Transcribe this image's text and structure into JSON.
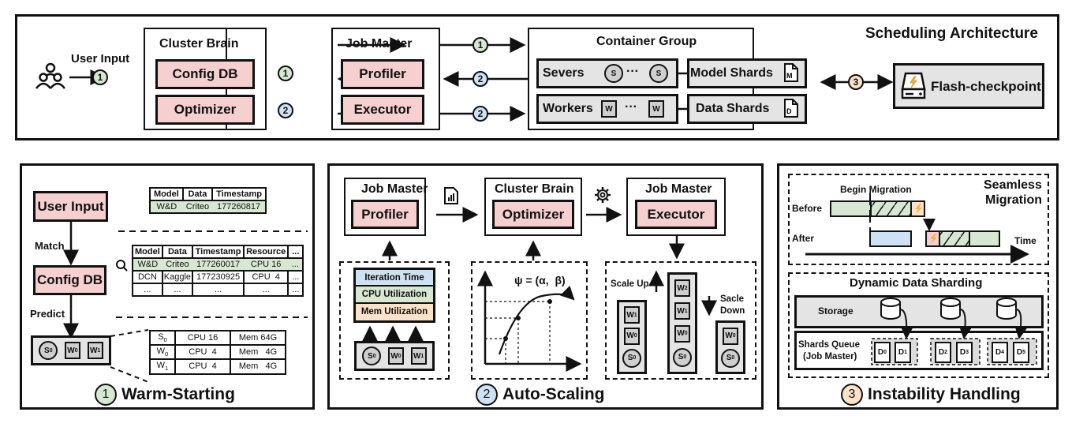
{
  "colors": {
    "pink": "#f6cfcf",
    "gray": "#e4e4e4",
    "green": "#d6e8d2",
    "blue": "#cfe2f3",
    "orange": "#fbe2c8",
    "step1": "#d6e8d2",
    "step2": "#cfe2f3",
    "step3": "#fbe2c8"
  },
  "top": {
    "title": "Scheduling Architecture",
    "user_input_label": "User Input",
    "user_icon": "users-icon",
    "cluster_brain": {
      "title": "Cluster Brain",
      "config_db": "Config DB",
      "optimizer": "Optimizer"
    },
    "job_master": {
      "title": "Job Master",
      "profiler": "Profiler",
      "executor": "Executor"
    },
    "container_group": {
      "title": "Container Group",
      "servers_label": "Severs",
      "server_glyph": "S",
      "workers_label": "Workers",
      "worker_glyph": "W",
      "ellipsis": "···",
      "model_shards": "Model Shards",
      "model_shard_glyph": "M",
      "data_shards": "Data Shards",
      "data_shard_glyph": "D"
    },
    "flash_checkpoint": "Flash-checkpoint",
    "steps": {
      "one": "1",
      "two": "2",
      "three": "3"
    }
  },
  "warm_starting": {
    "title": "Warm-Starting",
    "step": "1",
    "user_input": "User Input",
    "match": "Match",
    "config_db": "Config DB",
    "predict": "Predict",
    "query_table": {
      "headers": [
        "Model",
        "Data",
        "Timestamp"
      ],
      "rows": [
        [
          "W&D",
          "Criteo",
          "177260817"
        ]
      ]
    },
    "db_table": {
      "headers": [
        "Model",
        "Data",
        "Timestamp",
        "Resource",
        "..."
      ],
      "rows": [
        [
          "W&D",
          "Criteo",
          "177260017",
          "CPU 16",
          "..."
        ],
        [
          "DCN",
          "Kaggle",
          "177230925",
          "CPU  4",
          "..."
        ],
        [
          "...",
          "...",
          "...",
          "...",
          "..."
        ]
      ]
    },
    "nodes": [
      "S0",
      "W0",
      "W1"
    ],
    "resource_table": {
      "rows": [
        [
          "S0",
          "CPU 16",
          "Mem 64G"
        ],
        [
          "W0",
          "CPU  4",
          "Mem   4G"
        ],
        [
          "W1",
          "CPU  4",
          "Mem   4G"
        ]
      ]
    }
  },
  "auto_scaling": {
    "title": "Auto-Scaling",
    "step": "2",
    "job_master_1": {
      "title": "Job Master",
      "component": "Profiler"
    },
    "cluster_brain": {
      "title": "Cluster Brain",
      "component": "Optimizer"
    },
    "job_master_2": {
      "title": "Job Master",
      "component": "Executor"
    },
    "metrics": [
      "Iteration Time",
      "CPU Utilization",
      "Mem Utilization"
    ],
    "formula": "ψ = (α,  β)",
    "scale_up": "Scale Up",
    "scale_down_1": "Sacle",
    "scale_down_2": "Down",
    "columns": [
      [
        "W1",
        "W0",
        "S0"
      ],
      [
        "W2",
        "W1",
        "W0",
        "S0"
      ],
      [
        "W0",
        "S0"
      ]
    ]
  },
  "instability": {
    "title": "Instability Handling",
    "step": "3",
    "seamless_1": "Seamless",
    "seamless_2": "Migration",
    "begin_migration": "Begin Migration",
    "before": "Before",
    "after": "After",
    "time": "Time",
    "dds_title": "Dynamic Data Sharding",
    "storage": "Storage",
    "shards_queue_1": "Shards Queue",
    "shards_queue_2": "(Job Master)",
    "shards": [
      "D0",
      "D1",
      "D2",
      "D3",
      "D4",
      "D5"
    ]
  }
}
